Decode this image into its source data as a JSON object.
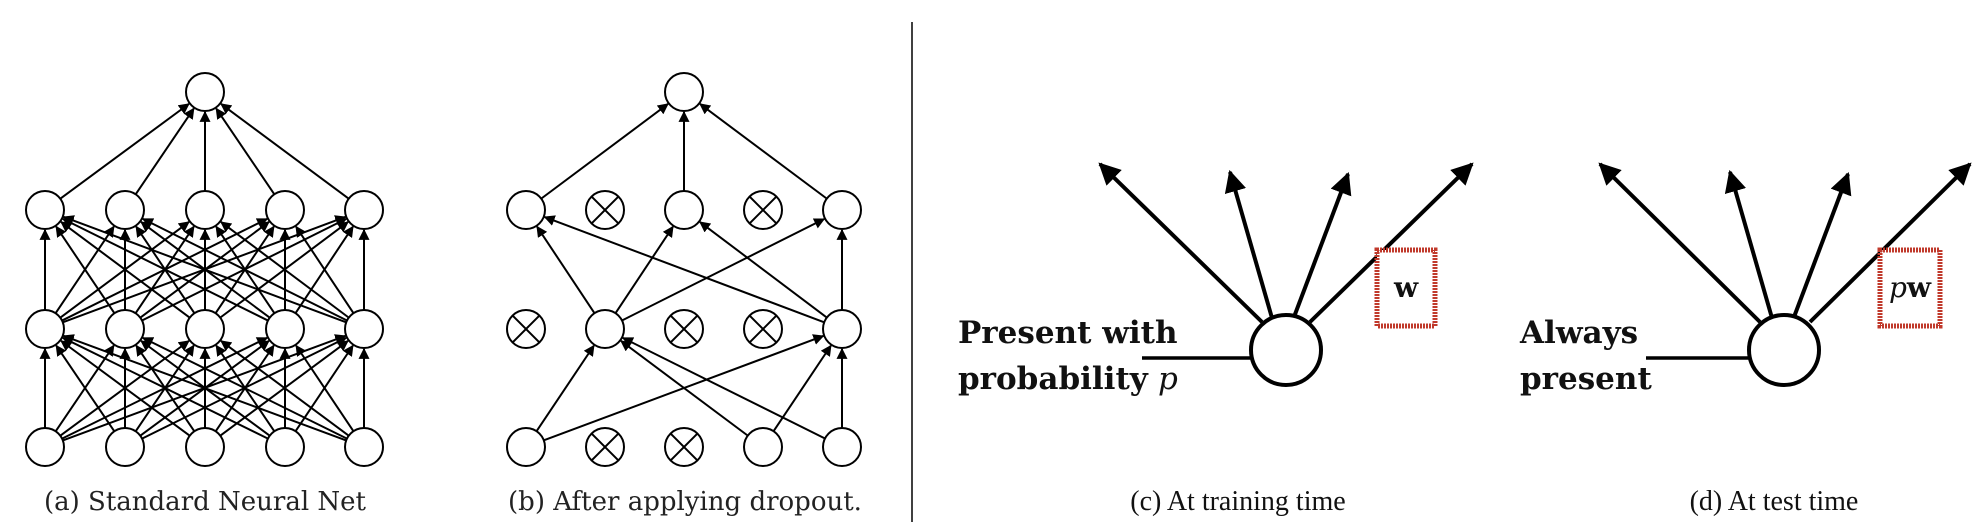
{
  "panels": {
    "a": {
      "caption": "(a) Standard Neural Net"
    },
    "b": {
      "caption": "(b) After applying dropout."
    },
    "c": {
      "caption": "(c) At training time",
      "label_line1": "Present with",
      "label_line2": "probability",
      "label_var": "p",
      "weight_label": "w"
    },
    "d": {
      "caption": "(d) At test time",
      "label_line1": "Always",
      "label_line2": "present",
      "weight_prefix": "p",
      "weight_label": "w"
    }
  },
  "colors": {
    "stroke": "#000000",
    "weight_box": "#c0392b"
  }
}
